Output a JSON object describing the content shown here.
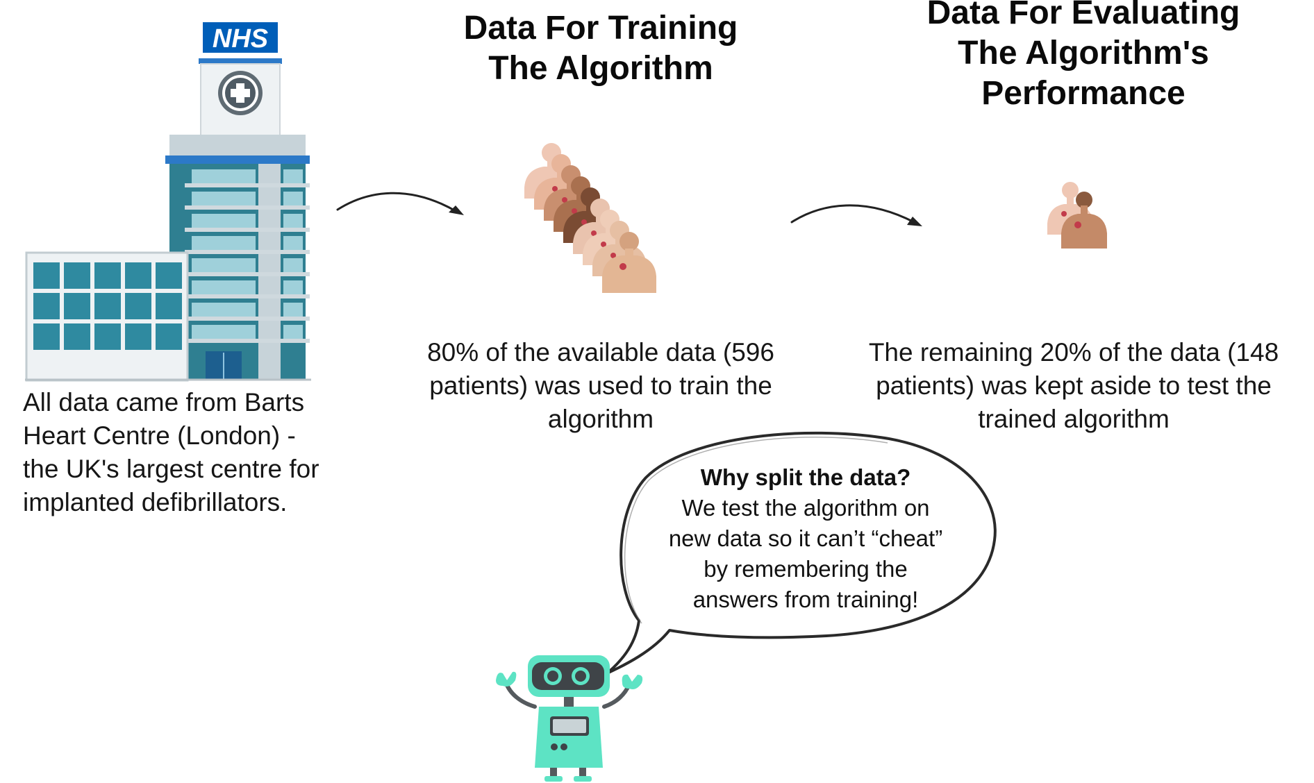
{
  "hospital": {
    "sign": "NHS",
    "caption_lines": [
      "All data came from Barts",
      "Heart Centre (London) -",
      "the UK's largest centre for",
      "implanted defibrillators."
    ]
  },
  "training": {
    "heading_lines": [
      "Data For Training",
      "The Algorithm"
    ],
    "caption_lines": [
      "80% of the available data (596",
      "patients) was used to train the",
      "algorithm"
    ]
  },
  "evaluation": {
    "heading_lines": [
      "Data For Evaluating",
      "The Algorithm's",
      "Performance"
    ],
    "caption_lines": [
      "The remaining 20% of the data (148",
      "patients) was kept aside to test the",
      "trained algorithm"
    ]
  },
  "speech_bubble": {
    "title": "Why split the data?",
    "body_lines": [
      "We test the algorithm on",
      "new data so it can’t “cheat”",
      "by remembering the",
      "answers from training!"
    ]
  },
  "icons": {
    "hospital": "hospital-building-icon",
    "patients_train": "patient-group-icon",
    "patients_test": "patient-pair-icon",
    "robot": "robot-icon",
    "arrows": "curved-arrow-icon"
  },
  "colors": {
    "nhs_blue": "#005eb8",
    "building_teal": "#3a8c9c",
    "robot_mint": "#5de3c4",
    "robot_grey": "#555a5e"
  }
}
